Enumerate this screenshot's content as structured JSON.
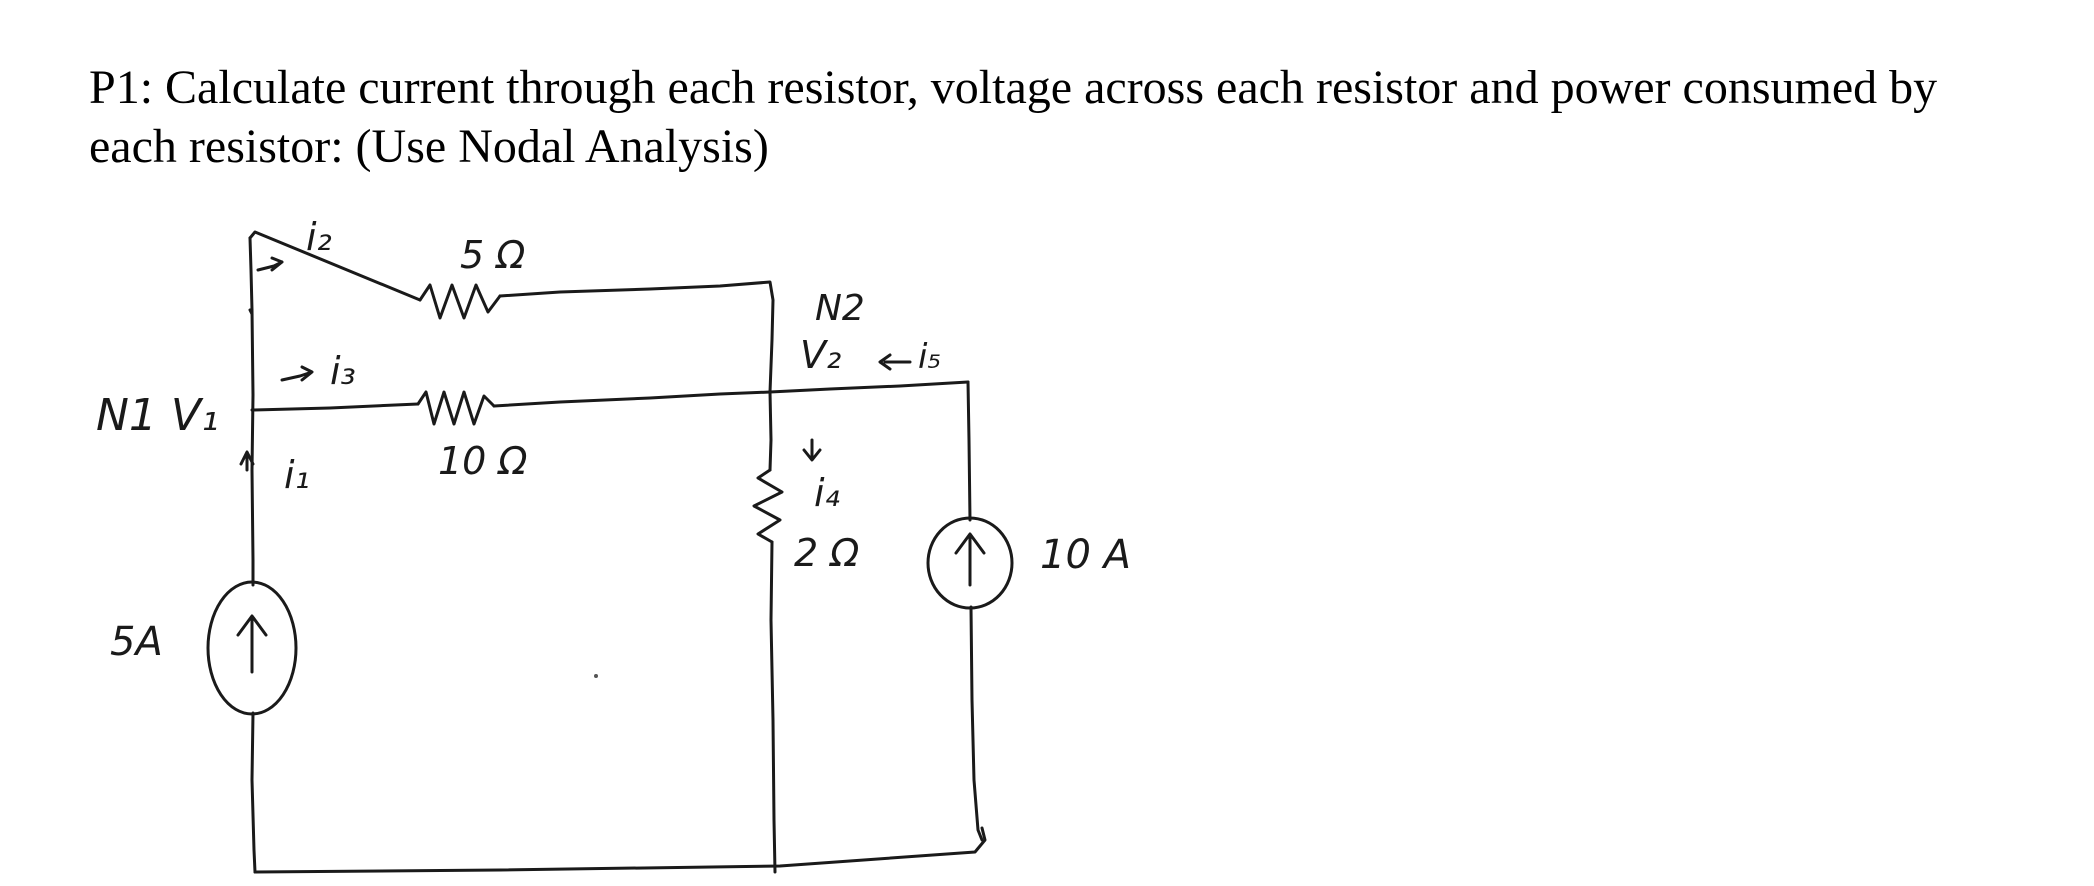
{
  "problem": {
    "line1": "P1:  Calculate current through each resistor, voltage across each resistor and power consumed by",
    "line2": "each resistor: (Use Nodal Analysis)"
  },
  "diagram": {
    "node1_label": "N1 V₁",
    "node2_label": "N2",
    "node2_voltage": "V₂",
    "current_i1": "i₁",
    "current_i2": "i₂",
    "current_i3": "i₃",
    "current_i4": "i₄",
    "current_i5": "i₅",
    "resistor_top": "5 Ω",
    "resistor_middle": "10 Ω",
    "resistor_right": "2 Ω",
    "source_left": "5A",
    "source_right": "10 A"
  }
}
